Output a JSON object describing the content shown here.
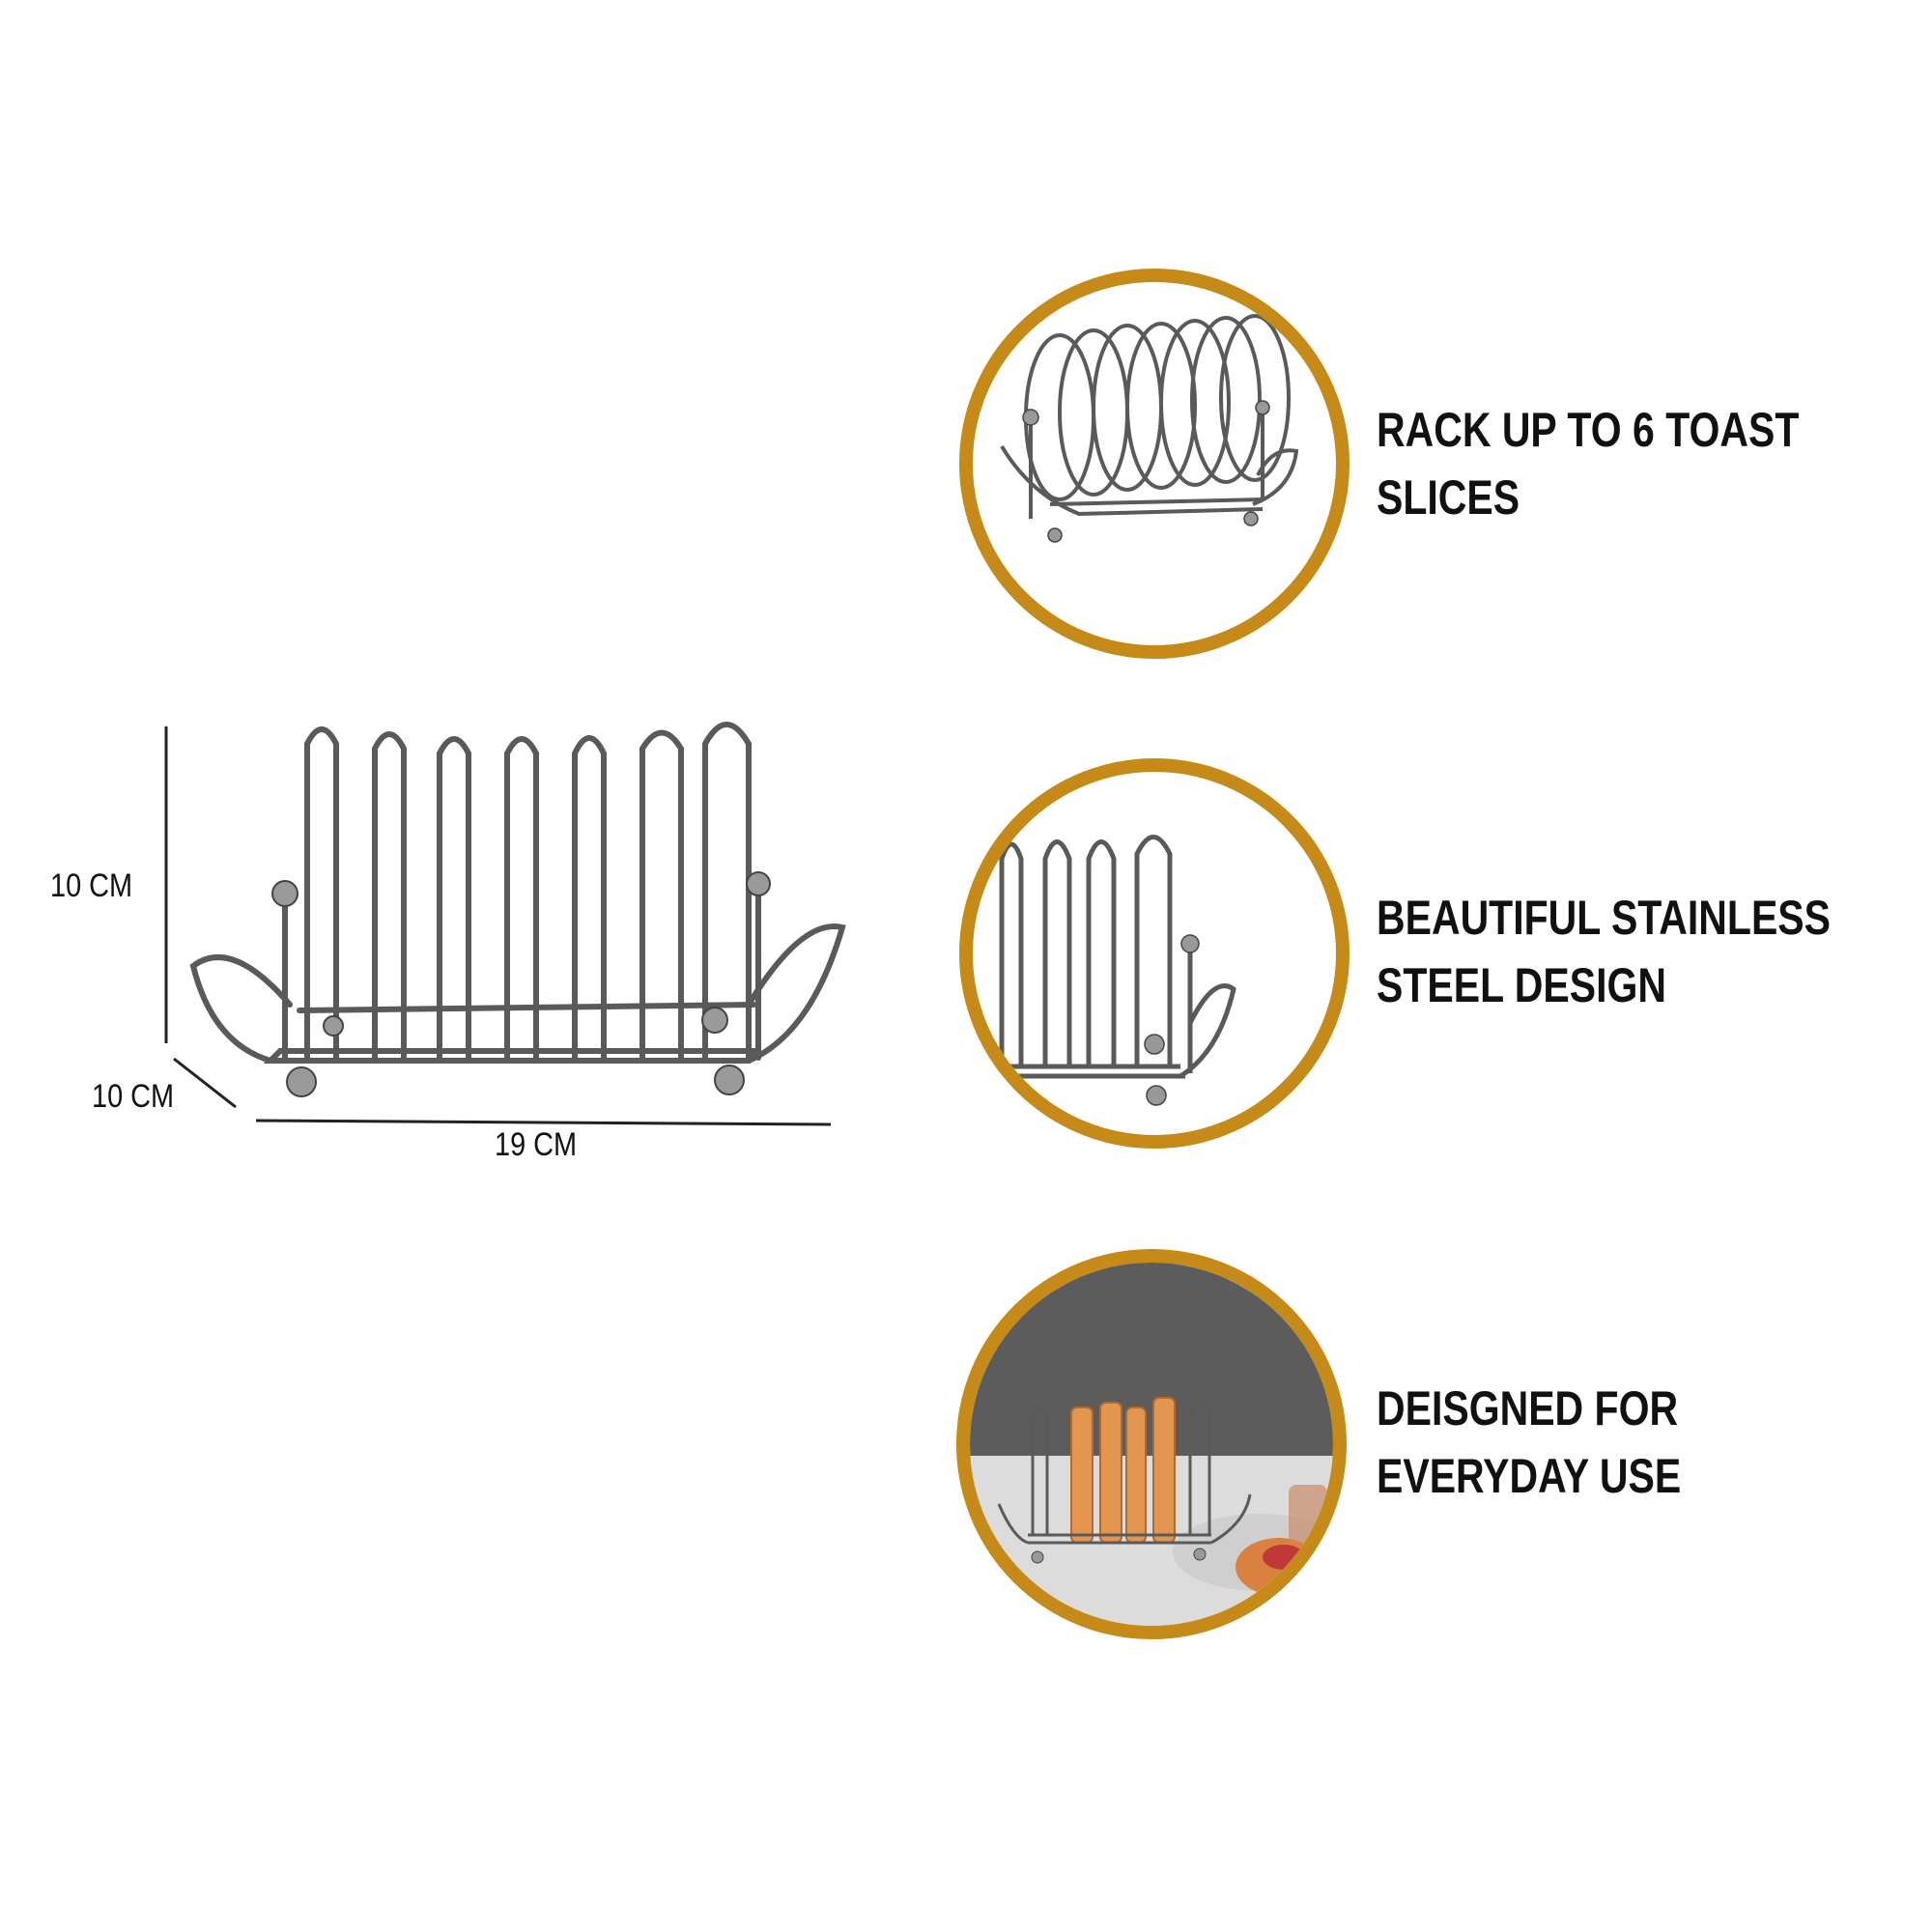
{
  "dimensions": {
    "height": "10 CM",
    "depth": "10 CM",
    "width": "19 CM"
  },
  "features": [
    {
      "line1": "RACK UP TO 6 TOAST",
      "line2": "SLICES"
    },
    {
      "line1": "BEAUTIFUL STAINLESS",
      "line2": "STEEL DESIGN"
    },
    {
      "line1": "DEISGNED FOR",
      "line2": "EVERYDAY USE"
    }
  ],
  "colors": {
    "ring": "#c58a17",
    "wire": "#555555",
    "toast": "#e3964f"
  }
}
